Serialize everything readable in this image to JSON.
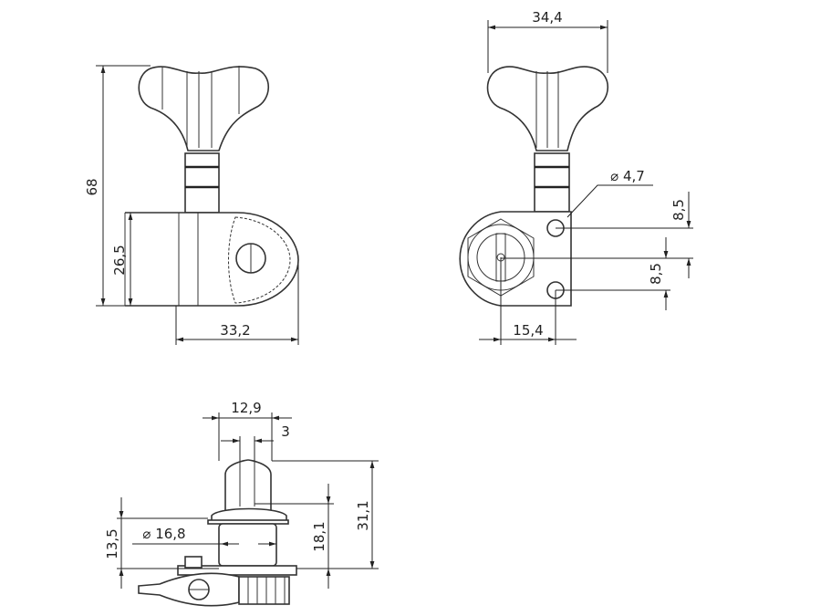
{
  "dimensions": {
    "side_view": {
      "overall_height": "68",
      "housing_height": "26,5",
      "housing_width": "33,2"
    },
    "front_view": {
      "overall_width": "34,4",
      "hole_diameter": "⌀ 4,7",
      "hole_offset_upper": "8,5",
      "hole_offset_lower": "8,5",
      "hole_spacing_horizontal": "15,4"
    },
    "bottom_view": {
      "button_width": "12,9",
      "slot_width": "3",
      "total_height": "31,1",
      "post_height": "18,1",
      "bushing_height": "13,5",
      "bushing_diameter": "⌀ 16,8"
    }
  }
}
